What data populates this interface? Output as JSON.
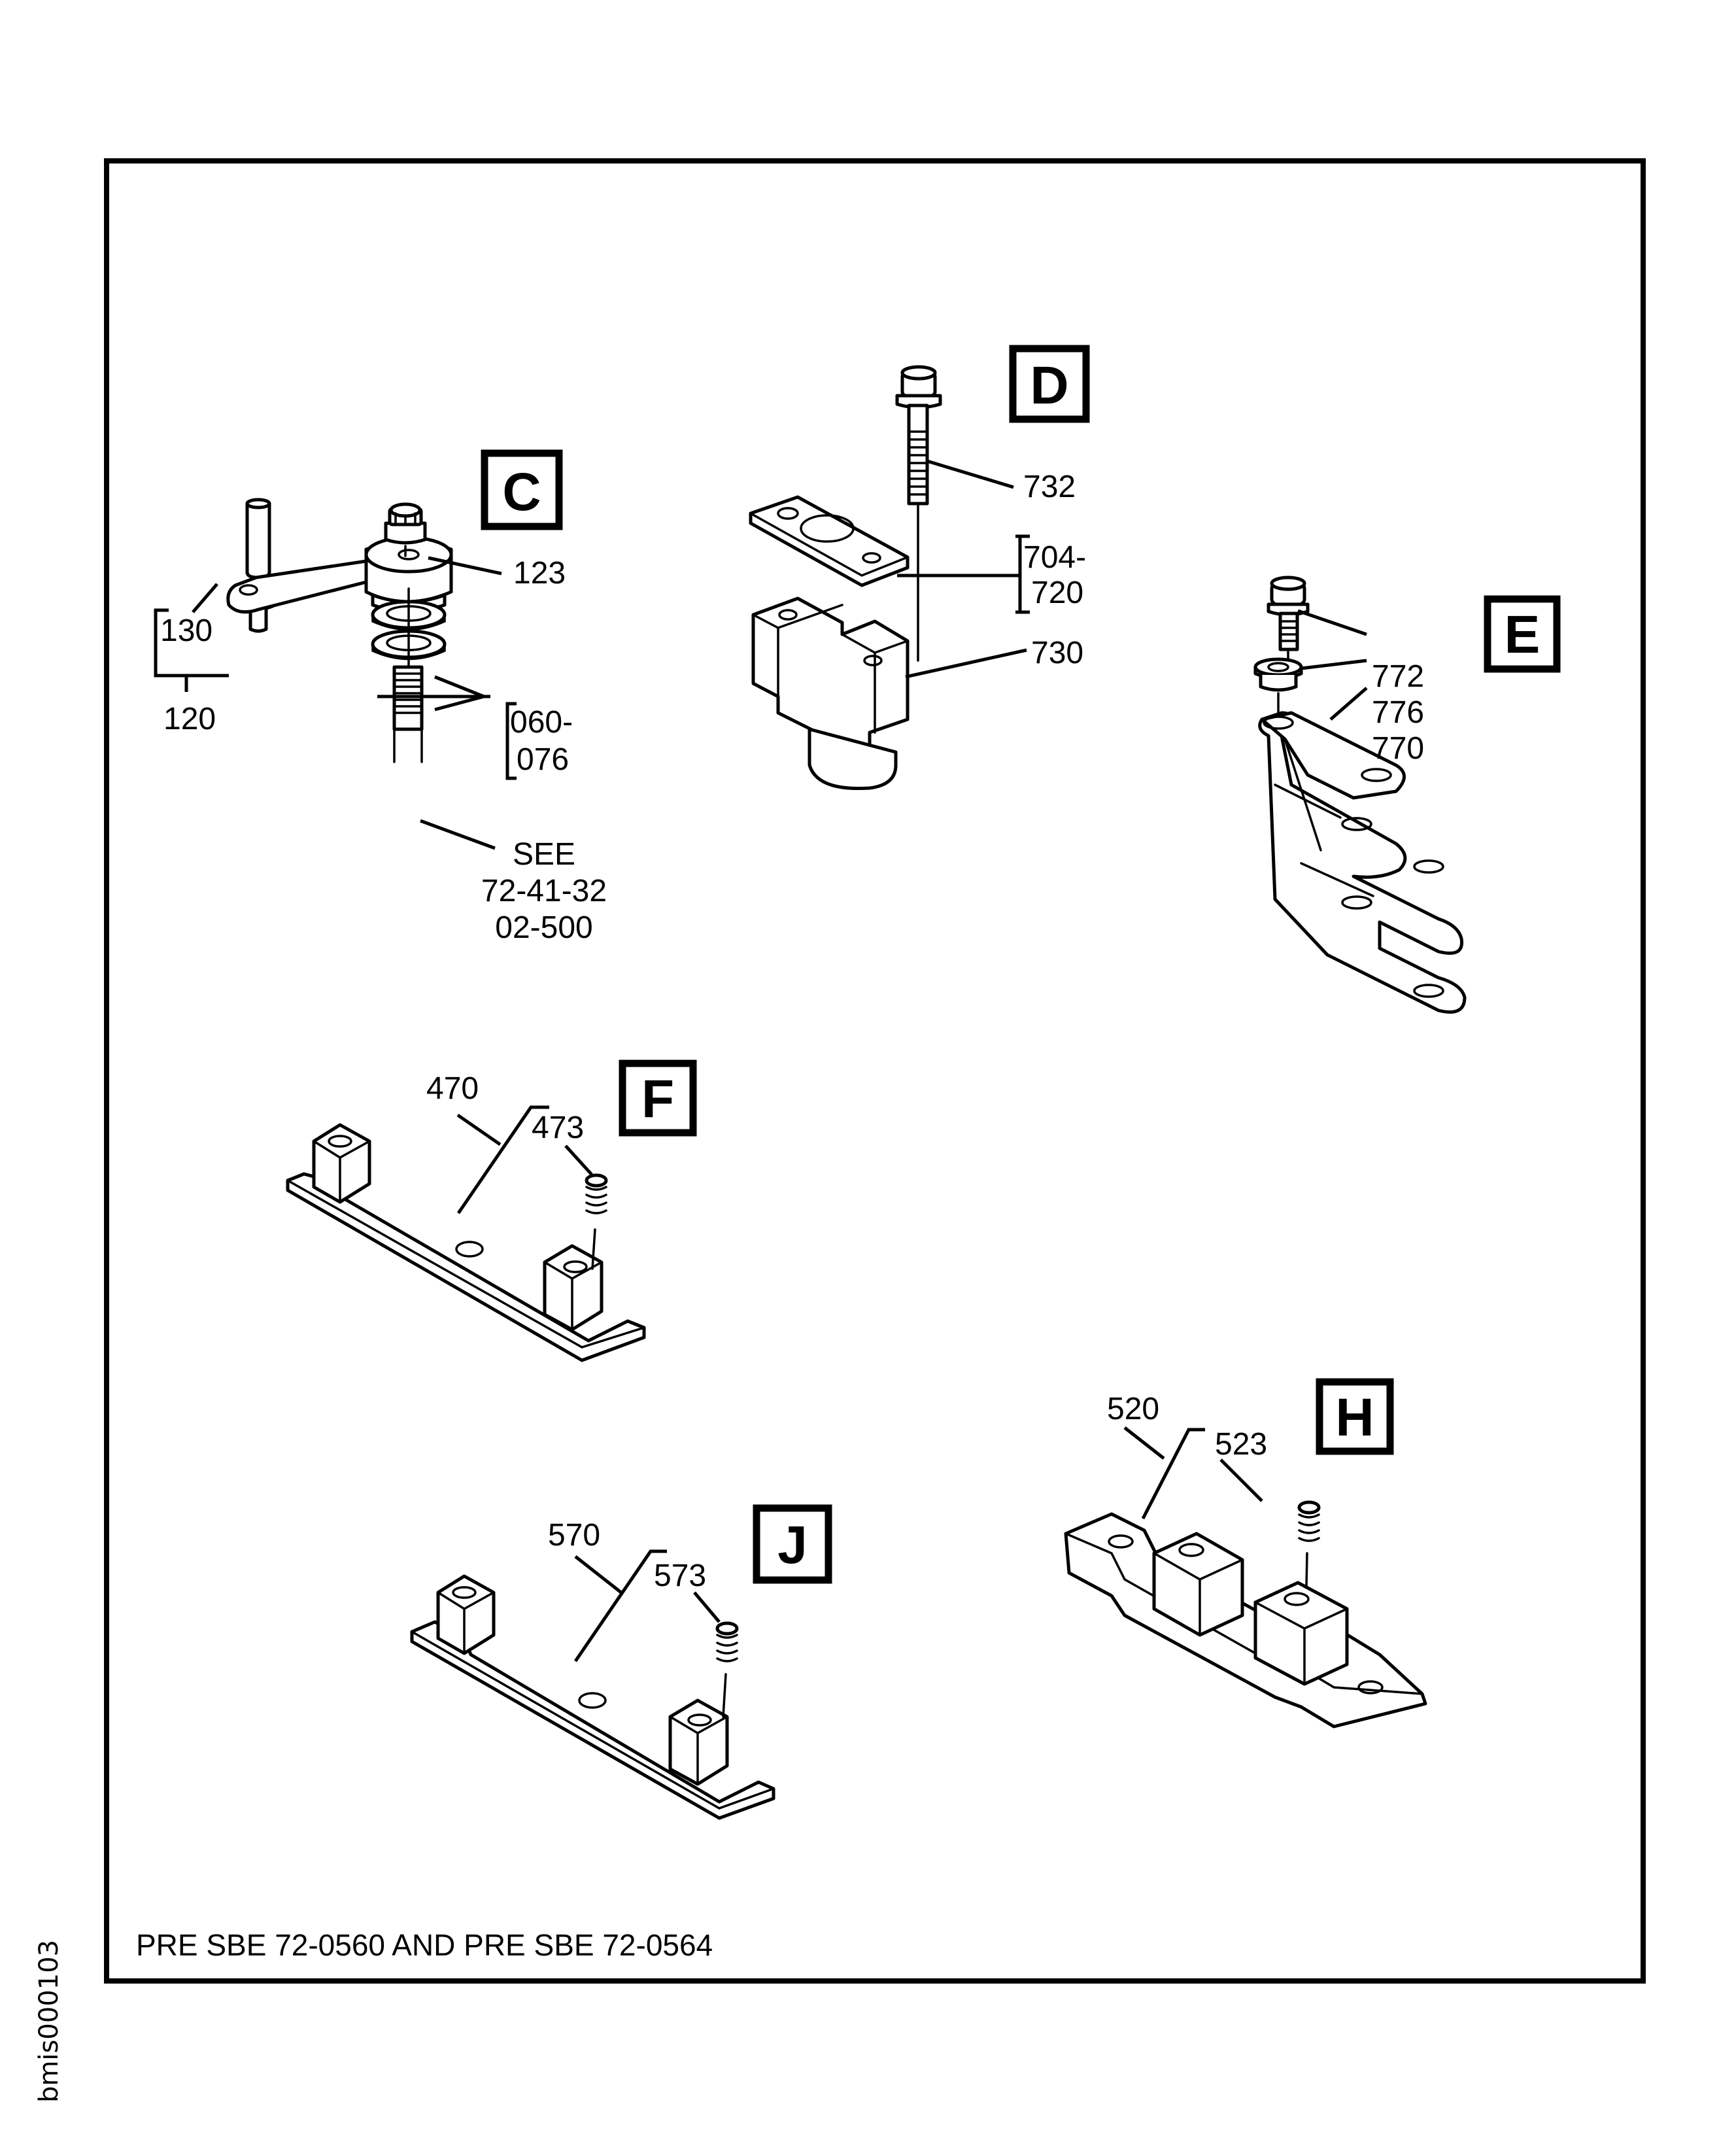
{
  "figure_id": "bmis000103",
  "footnote": "PRE SBE 72-0560 AND PRE SBE 72-0564",
  "details": {
    "C": {
      "tag": "C",
      "labels": {
        "item_130": "130",
        "item_120": "120",
        "item_123": "123",
        "range_060": "060-",
        "range_076": "076",
        "see_1": "SEE",
        "see_2": "72-41-32",
        "see_3": "02-500"
      }
    },
    "D": {
      "tag": "D",
      "labels": {
        "item_732": "732",
        "range_704": "704-",
        "range_720": "720",
        "item_730": "730"
      }
    },
    "E": {
      "tag": "E",
      "labels": {
        "item_772": "772",
        "item_776": "776",
        "item_770": "770"
      }
    },
    "F": {
      "tag": "F",
      "labels": {
        "item_470": "470",
        "item_473": "473"
      }
    },
    "H": {
      "tag": "H",
      "labels": {
        "item_520": "520",
        "item_523": "523"
      }
    },
    "J": {
      "tag": "J",
      "labels": {
        "item_570": "570",
        "item_573": "573"
      }
    }
  }
}
